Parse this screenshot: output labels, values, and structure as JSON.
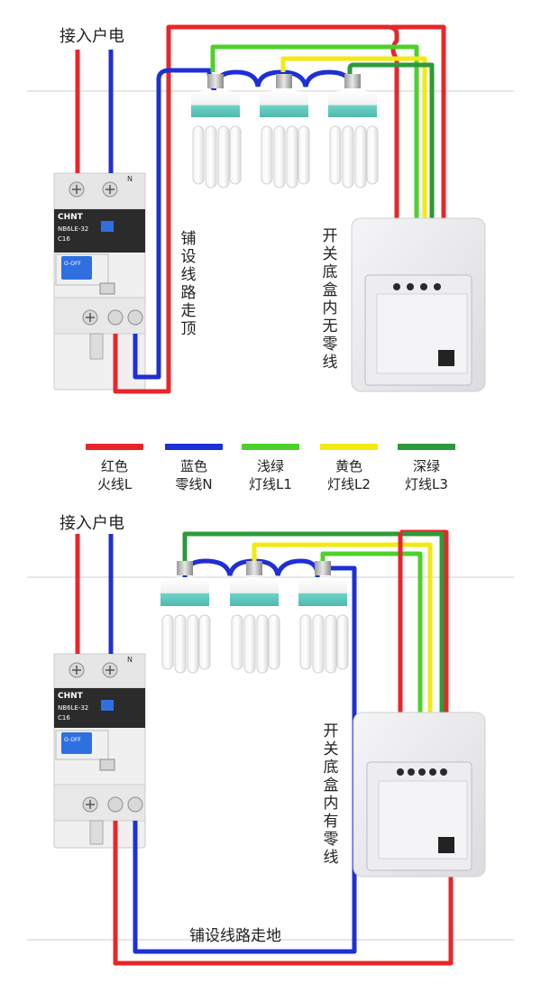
{
  "top": {
    "power_in_label": "接入户电",
    "route_label": "铺设线路走顶",
    "switch_note": "开关底盒内无零线"
  },
  "bottom": {
    "power_in_label": "接入户电",
    "route_label": "铺设线路走地",
    "switch_note": "开关底盒内有零线"
  },
  "breaker": {
    "brand": "CHNT",
    "model": "NB6LE-32",
    "rating": "C16",
    "btn_label": "O-OFF",
    "side_n": "N"
  },
  "legend": [
    {
      "color_name": "红色",
      "wire_name": "火线L",
      "color": "#e8262a"
    },
    {
      "color_name": "蓝色",
      "wire_name": "零线N",
      "color": "#1f2fd6"
    },
    {
      "color_name": "浅绿",
      "wire_name": "灯线L1",
      "color": "#4cd12a"
    },
    {
      "color_name": "黄色",
      "wire_name": "灯线L2",
      "color": "#f2ea13"
    },
    {
      "color_name": "深绿",
      "wire_name": "灯线L3",
      "color": "#2c9a3a"
    }
  ],
  "colors": {
    "red": "#e8262a",
    "blue": "#1f2fd6",
    "light_green": "#4cd12a",
    "yellow": "#f2ea13",
    "dark_green": "#2c9a3a",
    "bulb_teal": "#6fd3c8",
    "switch_body": "#e9e9ec"
  }
}
